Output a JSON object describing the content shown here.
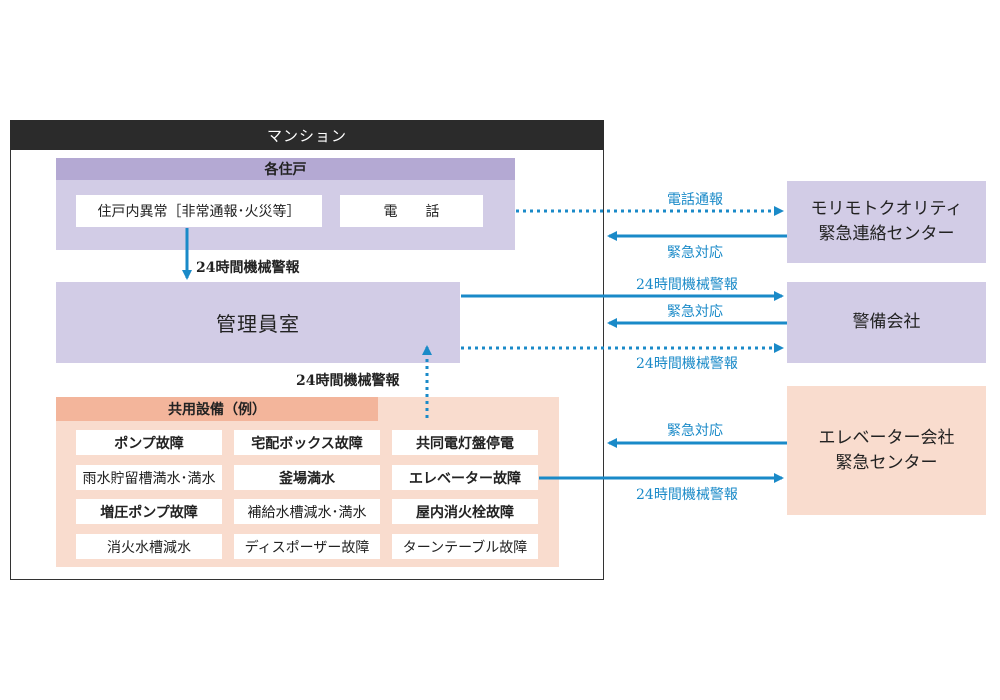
{
  "mansion": {
    "title": "マンション"
  },
  "units": {
    "title": "各住戸",
    "abnormal": "住戸内異常［非常通報･火災等］",
    "phone": "電　　話"
  },
  "management": {
    "label": "管理員室"
  },
  "shared": {
    "title": "共用設備（例）",
    "items": [
      "ポンプ故障",
      "宅配ボックス故障",
      "共同電灯盤停電",
      "雨水貯留槽満水･満水",
      "釜場満水",
      "エレベーター故障",
      "増圧ポンプ故障",
      "補給水槽減水･満水",
      "屋内消火栓故障",
      "消火水槽減水",
      "ディスポーザー故障",
      "ターンテーブル故障"
    ]
  },
  "external": {
    "morimoto_line1": "モリモトクオリティ",
    "morimoto_line2": "緊急連絡センター",
    "security": "警備会社",
    "elevator_line1": "エレベーター会社",
    "elevator_line2": "緊急センター"
  },
  "labels": {
    "phone_report": "電話通報",
    "emergency": "緊急対応",
    "alarm24": "24時間機械警報"
  },
  "colors": {
    "arrow": "#1a8ac8",
    "purple_light": "#d2cce6",
    "purple_header": "#b4a9d3",
    "peach_light": "#f9dcce",
    "peach_header": "#f3b59b",
    "dark_header": "#2b2b2b"
  }
}
